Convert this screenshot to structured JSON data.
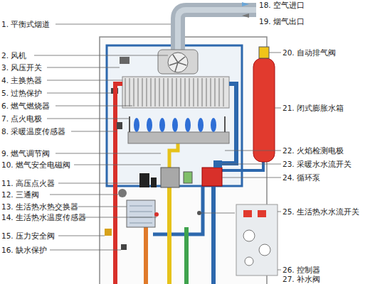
{
  "diagram": {
    "labels": [
      "1. 平衡式烟道",
      "2. 风机",
      "3. 风压开关",
      "4. 主换热器",
      "5. 过热保护",
      "6. 燃气燃烧器",
      "7. 点火电极",
      "8. 采暖温度传感器",
      "9. 燃气调节阀",
      "10. 燃气安全电磁阀",
      "11. 高压点火器",
      "12. 三通阀",
      "13. 生活热水热交换器",
      "14. 生活热水温度传感器",
      "15. 压力安全阀",
      "16. 缺水保护",
      "18. 空气进口",
      "19. 烟气出口",
      "20. 自动排气阀",
      "21. 闭式膨胀水箱",
      "22. 火焰检测电极",
      "23. 采暖水水流开关",
      "24. 循环泵",
      "25. 生活热水水流开关",
      "26. 控制器",
      "27. 补水阀"
    ]
  }
}
